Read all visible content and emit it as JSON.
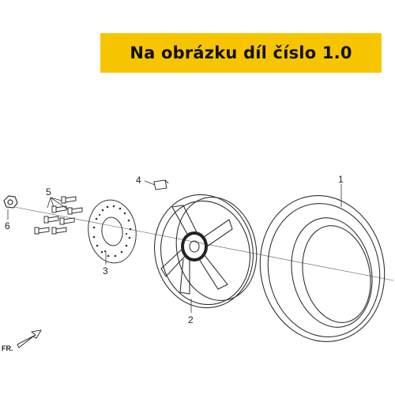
{
  "banner": {
    "text": "Na obrázku díl číslo 1.0",
    "color": "#f7c500"
  },
  "diagram": {
    "labels": {
      "tire": "1",
      "wheel": "2",
      "brake_disc": "3",
      "valve": "4",
      "bolts": "5",
      "nut": "6"
    },
    "direction": "FR."
  }
}
